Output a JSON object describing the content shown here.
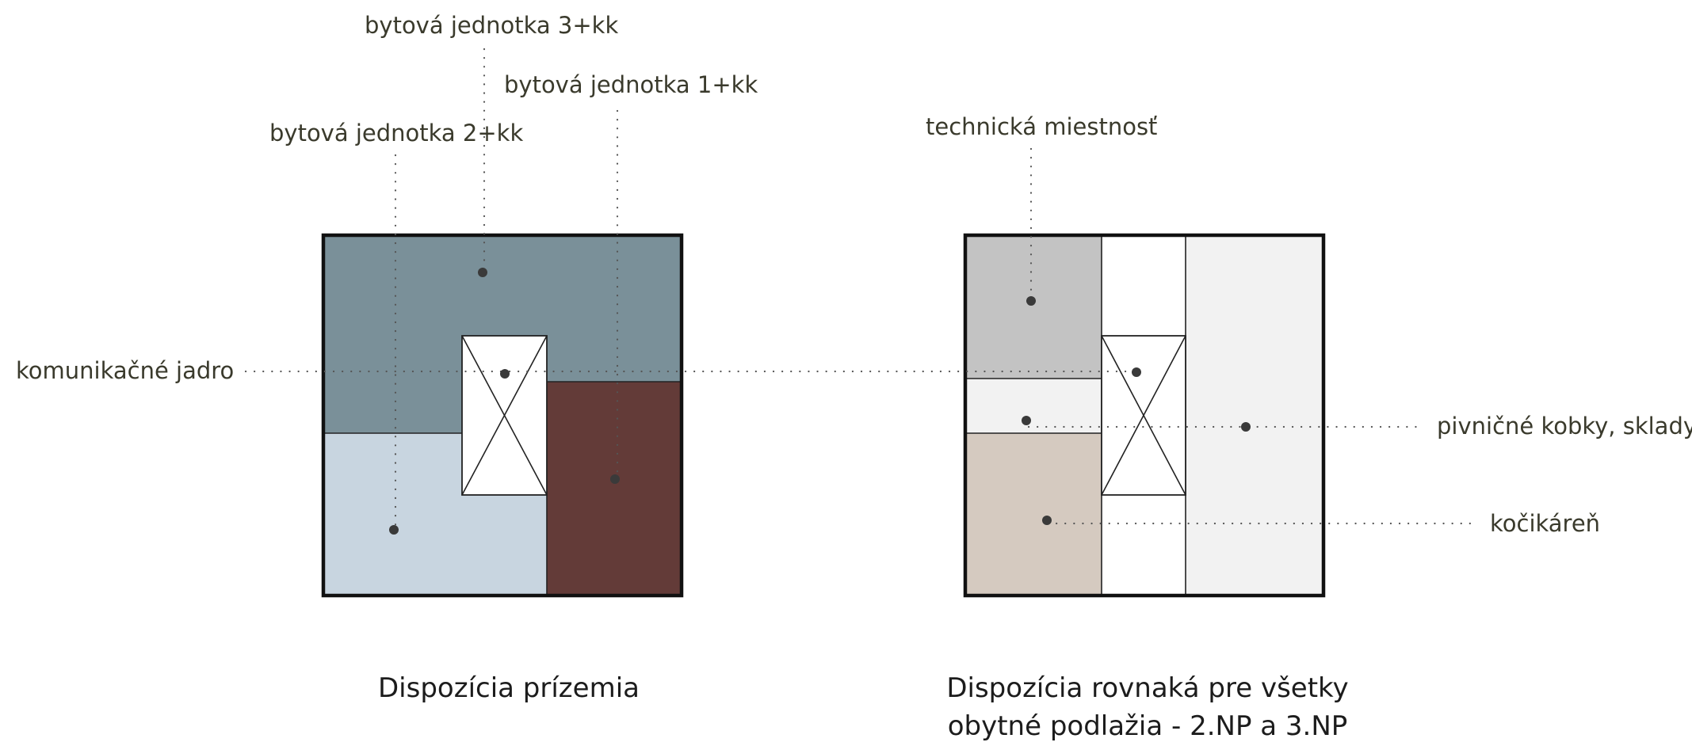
{
  "labels": {
    "unit_3kk": "bytová jednotka 3+kk",
    "unit_1kk": "bytová jednotka 1+kk",
    "unit_2kk": "bytová jednotka 2+kk",
    "technical_room": "technická miestnosť",
    "core": "komunikačné jadro",
    "cellars": "pivničné kobky, sklady",
    "pram_room": "kočikáreň"
  },
  "captions": {
    "ground_floor": "Dispozícia prízemia",
    "upper_floors_line1": "Dispozícia rovnaká pre všetky",
    "upper_floors_line2": "obytné podlažia - 2.NP a 3.NP"
  },
  "colors": {
    "unit_3kk": "#7a9099",
    "unit_2kk": "#c8d5e0",
    "unit_1kk": "#633b38",
    "technical_room": "#c3c3c3",
    "cellars": "#f2f2f2",
    "pram_room": "#d5cac0",
    "core": "#ffffff"
  }
}
